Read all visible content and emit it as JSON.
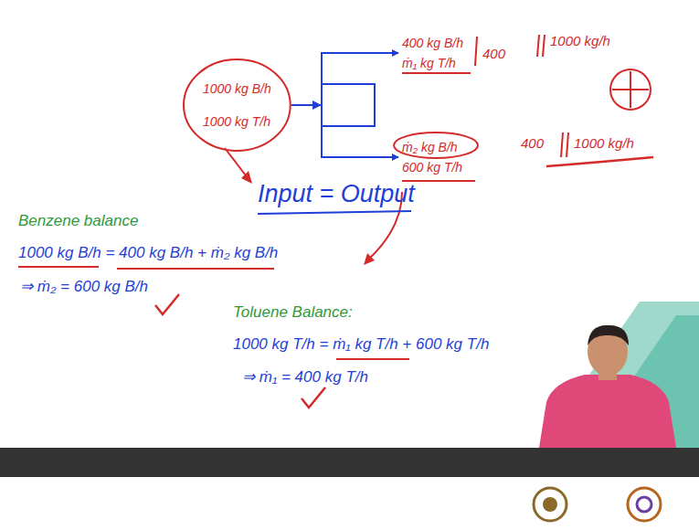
{
  "diagram": {
    "nodes": [
      {
        "text": [
          "1000 kg B/h",
          "1000 kg T/h"
        ]
      },
      {
        "text": [
          "400 kg B/h",
          "ṁ₁ kg T/h"
        ]
      },
      {
        "text": [
          "ṁ₂ kg B/h",
          "600 kg T/h"
        ]
      }
    ],
    "edges": [
      {
        "from": 0,
        "to": 1,
        "arrow": "to"
      },
      {
        "from": 0,
        "to": 2,
        "arrow": "to"
      }
    ],
    "labels": [
      "400",
      "1000 kg/h",
      "400",
      "1000 kg/h",
      "Input = Output",
      "Benzene balance",
      "1000 kg B/h = 400 kg B/h + ṁ₂ kg B/h",
      "⇒ ṁ₂ = 600 kg B/h",
      "Toluene Balance:",
      "1000 kg T/h = ṁ₁ kg T/h + 600 kg T/h",
      "⇒ ṁ₁ = 400 kg T/h"
    ]
  }
}
